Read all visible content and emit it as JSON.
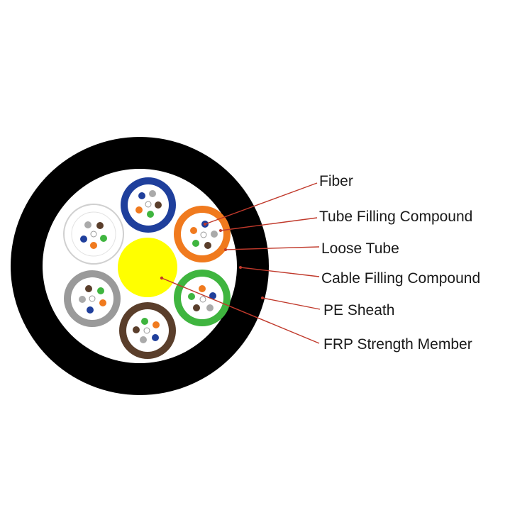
{
  "diagram": {
    "labels": {
      "fiber": "Fiber",
      "tube_filling_compound": "Tube Filling Compound",
      "loose_tube": "Loose Tube",
      "cable_filling_compound": "Cable Filling Compound",
      "pe_sheath": "PE Sheath",
      "frp_strength_member": "FRP Strength Member"
    },
    "colors": {
      "sheath": "#000000",
      "cable_filling": "#ffffff",
      "frp": "#ffff00",
      "leader_line": "#c0392b",
      "tube_blue": "#1f3f9c",
      "tube_orange": "#f07a1e",
      "tube_green": "#3fb53f",
      "tube_brown": "#5a3e2b",
      "tube_gray": "#9a9a9a",
      "tube_white": "#ffffff"
    },
    "tubes": [
      {
        "name": "loose-tube-blue",
        "color": "#1f3f9c"
      },
      {
        "name": "loose-tube-orange",
        "color": "#f07a1e"
      },
      {
        "name": "loose-tube-green",
        "color": "#3fb53f"
      },
      {
        "name": "loose-tube-brown",
        "color": "#5a3e2b"
      },
      {
        "name": "loose-tube-gray",
        "color": "#9a9a9a"
      },
      {
        "name": "loose-tube-white",
        "color": "#ffffff"
      }
    ]
  }
}
